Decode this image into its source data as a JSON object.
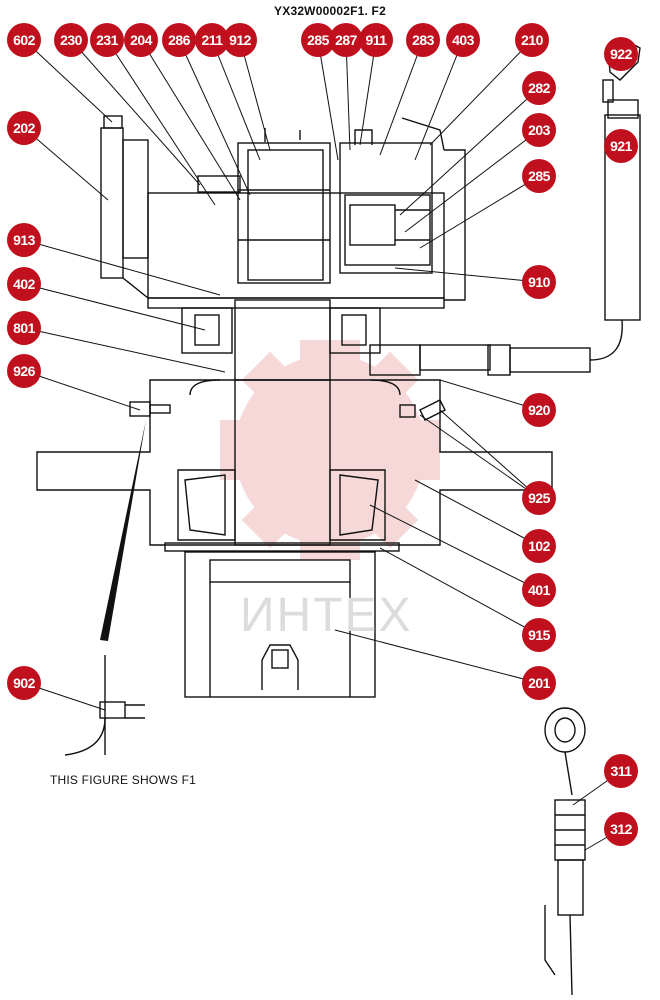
{
  "title": "YX32W00002F1. F2",
  "note": "THIS FIGURE SHOWS  F1",
  "watermark_text": "ИНТЕХ",
  "colors": {
    "callout": "#c0101d",
    "line": "#111111",
    "watermark": "#f2c8c8"
  },
  "callouts": [
    {
      "id": "c602",
      "label": "602"
    },
    {
      "id": "c230",
      "label": "230"
    },
    {
      "id": "c231",
      "label": "231"
    },
    {
      "id": "c204",
      "label": "204"
    },
    {
      "id": "c286",
      "label": "286"
    },
    {
      "id": "c211",
      "label": "211"
    },
    {
      "id": "c912",
      "label": "912"
    },
    {
      "id": "c285a",
      "label": "285"
    },
    {
      "id": "c287",
      "label": "287"
    },
    {
      "id": "c911",
      "label": "911"
    },
    {
      "id": "c283",
      "label": "283"
    },
    {
      "id": "c403",
      "label": "403"
    },
    {
      "id": "c210",
      "label": "210"
    },
    {
      "id": "c922",
      "label": "922"
    },
    {
      "id": "c282",
      "label": "282"
    },
    {
      "id": "c202",
      "label": "202"
    },
    {
      "id": "c203",
      "label": "203"
    },
    {
      "id": "c921",
      "label": "921"
    },
    {
      "id": "c285b",
      "label": "285"
    },
    {
      "id": "c913",
      "label": "913"
    },
    {
      "id": "c910",
      "label": "910"
    },
    {
      "id": "c402",
      "label": "402"
    },
    {
      "id": "c801",
      "label": "801"
    },
    {
      "id": "c926",
      "label": "926"
    },
    {
      "id": "c920",
      "label": "920"
    },
    {
      "id": "c925",
      "label": "925"
    },
    {
      "id": "c102",
      "label": "102"
    },
    {
      "id": "c401",
      "label": "401"
    },
    {
      "id": "c915",
      "label": "915"
    },
    {
      "id": "c201",
      "label": "201"
    },
    {
      "id": "c902",
      "label": "902"
    },
    {
      "id": "c311",
      "label": "311"
    },
    {
      "id": "c312",
      "label": "312"
    }
  ]
}
